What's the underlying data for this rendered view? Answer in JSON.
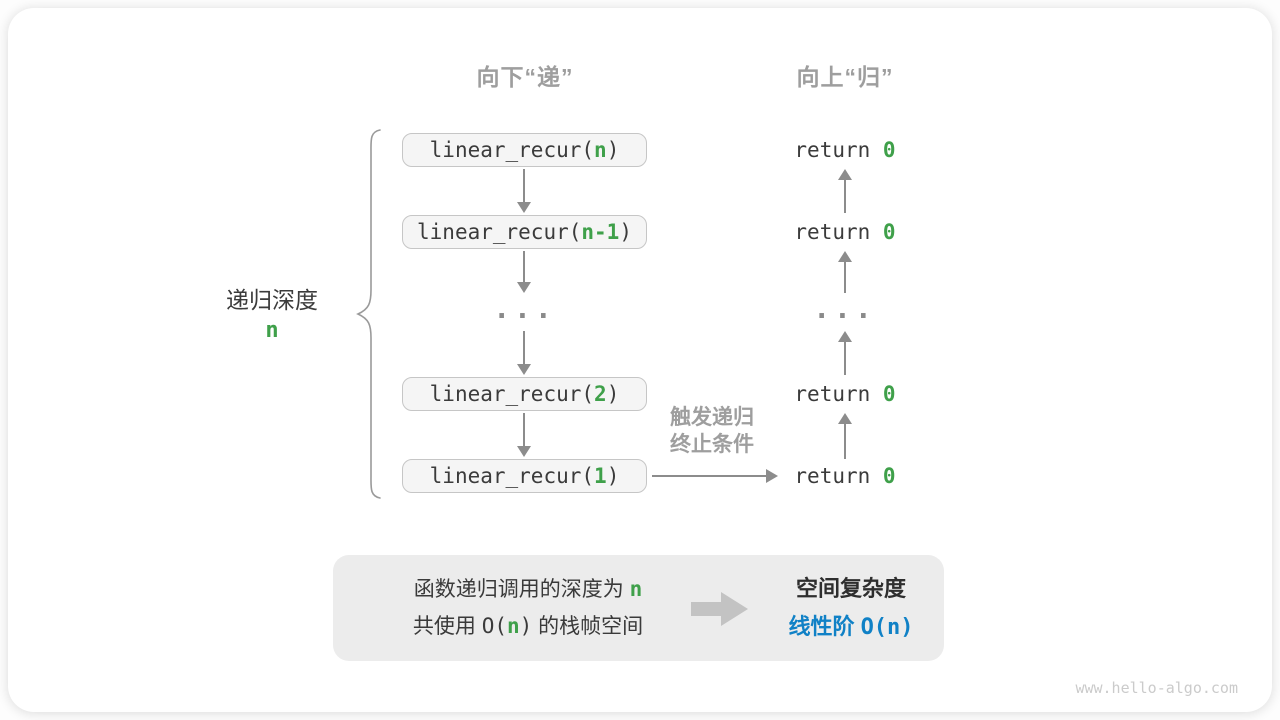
{
  "headers": {
    "descend": "向下“递”",
    "ascend": "向上“归”"
  },
  "depth_brace": {
    "label": "递归深度",
    "value": "n"
  },
  "call_stack": {
    "boxes": [
      {
        "prefix": "linear_recur(",
        "arg": "n",
        "suffix": ")"
      },
      {
        "prefix": "linear_recur(",
        "arg": "n-1",
        "suffix": ")"
      },
      {
        "prefix": "linear_recur(",
        "arg": "2",
        "suffix": ")"
      },
      {
        "prefix": "linear_recur(",
        "arg": "1",
        "suffix": ")"
      }
    ],
    "ellipsis": "..."
  },
  "returns": {
    "items": [
      {
        "prefix": "return ",
        "value": "0"
      },
      {
        "prefix": "return ",
        "value": "0"
      },
      {
        "prefix": "return ",
        "value": "0"
      },
      {
        "prefix": "return ",
        "value": "0"
      }
    ],
    "ellipsis": "..."
  },
  "base_case": {
    "line1": "触发递归",
    "line2": "终止条件"
  },
  "summary": {
    "line1_text": "函数递归调用的深度为 ",
    "line1_value": "n",
    "line2_a": "共使用 ",
    "line2_b": "O(",
    "line2_c": "n",
    "line2_d": ")",
    "line2_e": " 的栈帧空间",
    "title": "空间复杂度",
    "result_a": "线性阶 ",
    "result_b": "O(n)"
  },
  "watermark": "www.hello-algo.com",
  "colors": {
    "accent_green": "#3fa04a",
    "accent_blue": "#1081c6",
    "muted_gray": "#9e9e9e",
    "arrow_gray": "#8c8c8c",
    "box_fill": "#f5f5f5",
    "box_border": "#c6c6c6",
    "panel_fill": "#ececec"
  }
}
